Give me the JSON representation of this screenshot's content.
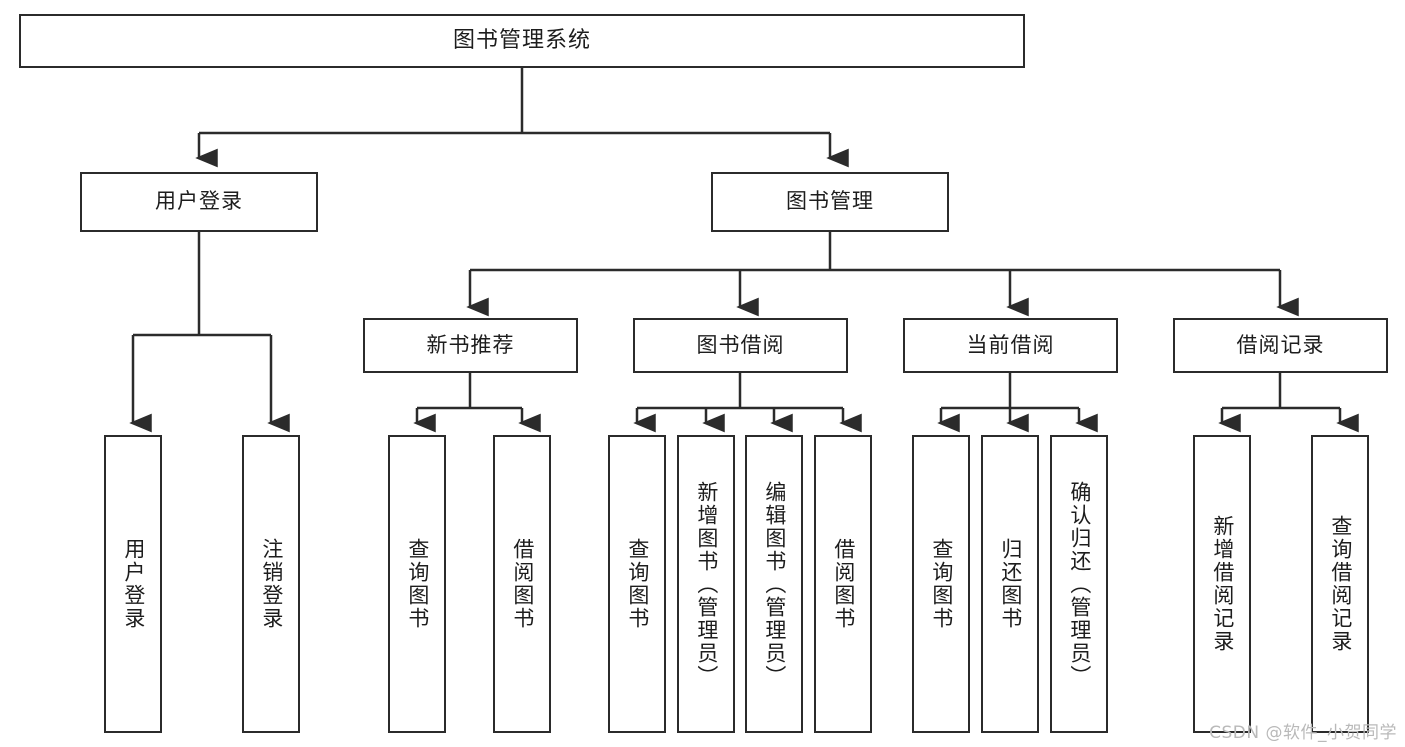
{
  "diagram": {
    "title": "图书管理系统",
    "type": "hierarchy-tree",
    "root": {
      "label": "图书管理系统"
    },
    "level2": [
      {
        "label": "用户登录"
      },
      {
        "label": "图书管理"
      }
    ],
    "level3": [
      {
        "label": "新书推荐"
      },
      {
        "label": "图书借阅"
      },
      {
        "label": "当前借阅"
      },
      {
        "label": "借阅记录"
      }
    ],
    "leaves": [
      {
        "label": "用户登录",
        "parent": "用户登录"
      },
      {
        "label": "注销登录",
        "parent": "用户登录"
      },
      {
        "label": "查询图书",
        "parent": "新书推荐"
      },
      {
        "label": "借阅图书",
        "parent": "新书推荐"
      },
      {
        "label": "查询图书",
        "parent": "图书借阅"
      },
      {
        "label": "新增图书（管理员）",
        "parent": "图书借阅"
      },
      {
        "label": "编辑图书（管理员）",
        "parent": "图书借阅"
      },
      {
        "label": "借阅图书",
        "parent": "图书借阅"
      },
      {
        "label": "查询图书",
        "parent": "当前借阅"
      },
      {
        "label": "归还图书",
        "parent": "当前借阅"
      },
      {
        "label": "确认归还（管理员）",
        "parent": "当前借阅"
      },
      {
        "label": "新增借阅记录",
        "parent": "借阅记录"
      },
      {
        "label": "查询借阅记录",
        "parent": "借阅记录"
      }
    ]
  },
  "watermark": {
    "text": "CSDN @软件_小贺同学"
  },
  "colors": {
    "stroke": "#2b2b2b",
    "background": "#ffffff",
    "text": "#1d1d1d",
    "watermark": "#b9b9b9"
  }
}
